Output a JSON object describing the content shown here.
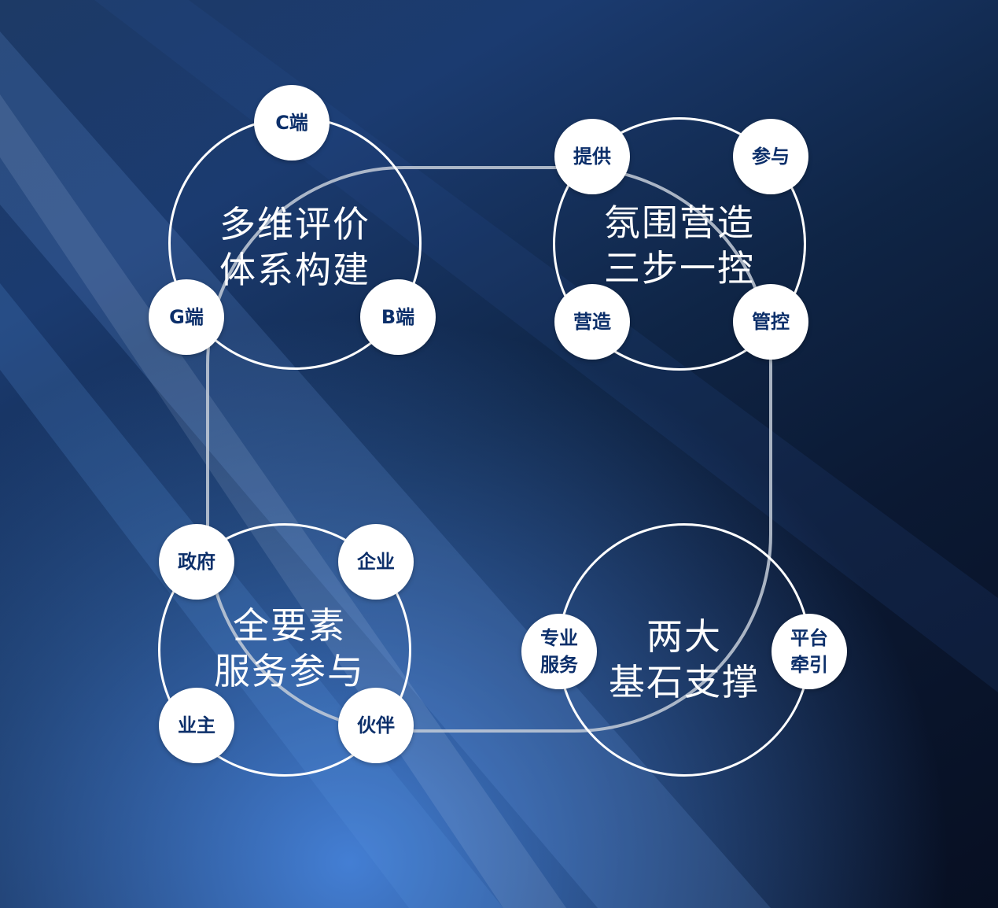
{
  "colors": {
    "background_light": "#3f7fd6",
    "background_dark": "#070f22",
    "ring": "#ffffff",
    "connector": "#c4ccd8",
    "node_fill": "#ffffff",
    "node_text": "#0c2f6a"
  },
  "modules": {
    "evaluation": {
      "title_lines": [
        "多维评价",
        "体系构建"
      ],
      "nodes": [
        [
          "C端"
        ],
        [
          "G端"
        ],
        [
          "B端"
        ]
      ]
    },
    "atmosphere": {
      "title_lines": [
        "氛围营造",
        "三步一控"
      ],
      "nodes": [
        [
          "提供"
        ],
        [
          "参与"
        ],
        [
          "营造"
        ],
        [
          "管控"
        ]
      ]
    },
    "participation": {
      "title_lines": [
        "全要素",
        "服务参与"
      ],
      "nodes": [
        [
          "政府"
        ],
        [
          "企业"
        ],
        [
          "业主"
        ],
        [
          "伙伴"
        ]
      ]
    },
    "cornerstones": {
      "title_lines": [
        "两大",
        "基石支撑"
      ],
      "nodes": [
        [
          "专业",
          "服务"
        ],
        [
          "平台",
          "牵引"
        ]
      ]
    }
  }
}
